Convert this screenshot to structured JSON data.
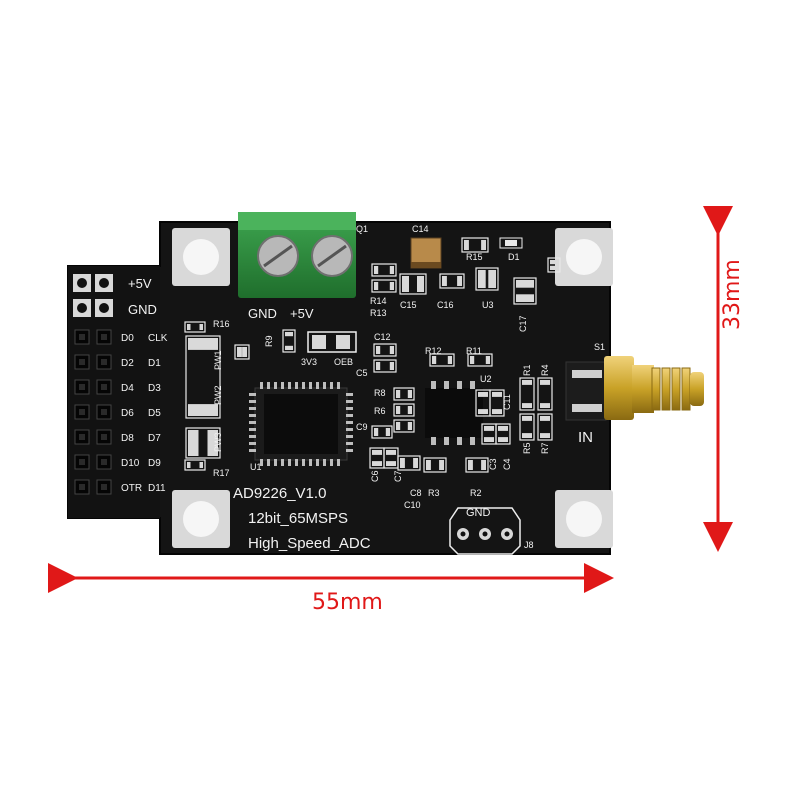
{
  "board": {
    "title": "AD9226_V1.0",
    "subtitle": "12bit_65MSPS",
    "tagline": "High_Speed_ADC",
    "power_labels": [
      "GND",
      "+5V"
    ],
    "header_top": [
      "+5V",
      "GND"
    ],
    "header_pins": [
      [
        "D0",
        "CLK"
      ],
      [
        "D2",
        "D1"
      ],
      [
        "D4",
        "D3"
      ],
      [
        "D6",
        "D5"
      ],
      [
        "D8",
        "D7"
      ],
      [
        "D10",
        "D9"
      ],
      [
        "OTR",
        "D11"
      ]
    ],
    "jumper_labels": [
      "3V3",
      "OEB"
    ],
    "gnd_header": "GND",
    "input_label": "IN",
    "components": {
      "R16": "R16",
      "R17": "R17",
      "R9": "R9",
      "U1": "U1",
      "PW1": "PW1",
      "PW2": "PW2",
      "PW3": "PW3",
      "C14": "C14",
      "Q1": "Q1",
      "R15": "R15",
      "D1": "D1",
      "R14": "R14",
      "R13": "R13",
      "C15": "C15",
      "C16": "C16",
      "U3": "U3",
      "C17": "C17",
      "C12": "C12",
      "C5": "C5",
      "R12": "R12",
      "R11": "R11",
      "U2": "U2",
      "R8": "R8",
      "R6": "R6",
      "C9": "C9",
      "C11": "C11",
      "C6": "C6",
      "C7": "C7",
      "C8": "C8",
      "R3": "R3",
      "C10": "C10",
      "R2": "R2",
      "C3": "C3",
      "C4": "C4",
      "R1": "R1",
      "R4": "R4",
      "R5": "R5",
      "R7": "R7",
      "S1": "S1",
      "J8": "J8"
    }
  },
  "dimensions": {
    "width_label": "55mm",
    "height_label": "33mm"
  },
  "colors": {
    "pcb": "#141414",
    "silkscreen": "#f2f2f2",
    "pad": "#cfcfcf",
    "terminal_block": "#2e8b3e",
    "sma_gold": "#c9a227",
    "dimension_arrow": "#e01818"
  }
}
